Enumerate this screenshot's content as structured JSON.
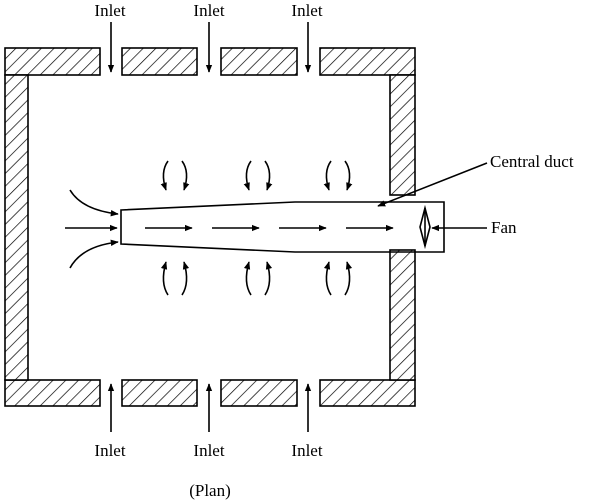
{
  "labels": {
    "inlet_top_1": "Inlet",
    "inlet_top_2": "Inlet",
    "inlet_top_3": "Inlet",
    "inlet_bottom_1": "Inlet",
    "inlet_bottom_2": "Inlet",
    "inlet_bottom_3": "Inlet",
    "central_duct": "Central duct",
    "fan": "Fan",
    "caption": "(Plan)"
  },
  "colors": {
    "ink": "#000000",
    "background": "#ffffff"
  }
}
